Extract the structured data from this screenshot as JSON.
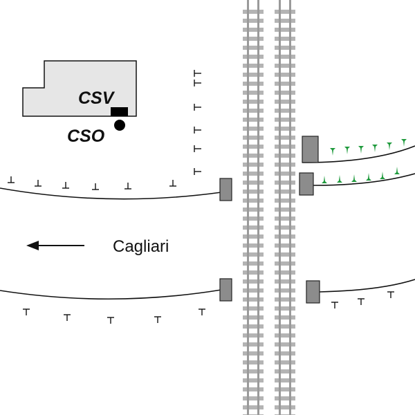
{
  "labels": {
    "building_top": "CSV",
    "building_bottom": "CSO",
    "direction": "Cagliari"
  },
  "colors": {
    "building_fill": "#e6e6e6",
    "platform_fill": "#8c8c8c",
    "rail": "#a0a0a0",
    "signal_black": "#111111",
    "signal_green": "#1e9a3c"
  }
}
